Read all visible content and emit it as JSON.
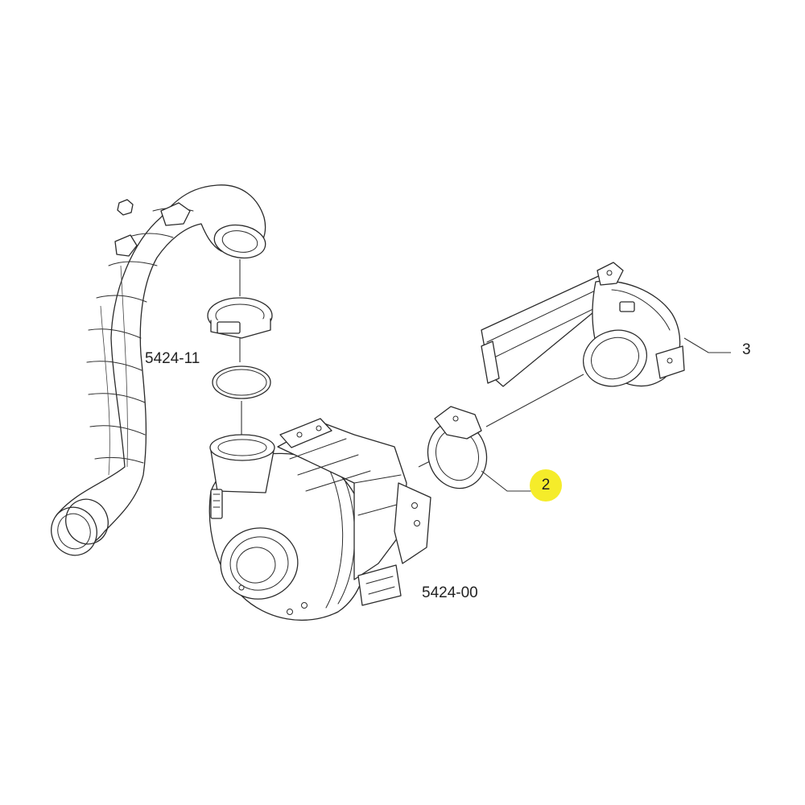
{
  "labels": {
    "part_3": "3",
    "part_2": "2",
    "assembly_hose": "5424-11",
    "assembly_turbo": "5424-00"
  },
  "colors": {
    "line": "#2b2b2b",
    "highlight": "#f5ec2a",
    "background": "#ffffff"
  }
}
